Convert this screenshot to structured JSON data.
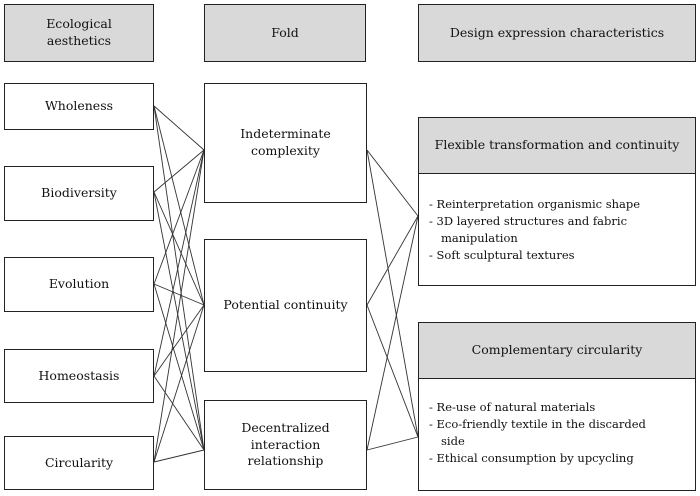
{
  "headers": {
    "col1": "Ecological\naesthetics",
    "col2": "Fold",
    "col3": "Design expression characteristics"
  },
  "ecological_aesthetics": [
    "Wholeness",
    "Biodiversity",
    "Evolution",
    "Homeostasis",
    "Circularity"
  ],
  "fold": [
    "Indeterminate complexity",
    "Potential continuity",
    "Decentralized interaction relationship"
  ],
  "characteristics": [
    {
      "title": "Flexible transformation and continuity",
      "items": [
        "- Reinterpretation organismic shape",
        "- 3D layered structures and fabric manipulation",
        "- Soft sculptural textures"
      ]
    },
    {
      "title": "Complementary circularity",
      "items": [
        "- Re-use of natural materials",
        "- Eco-friendly textile in the discarded side",
        "- Ethical consumption by upcycling"
      ]
    }
  ]
}
